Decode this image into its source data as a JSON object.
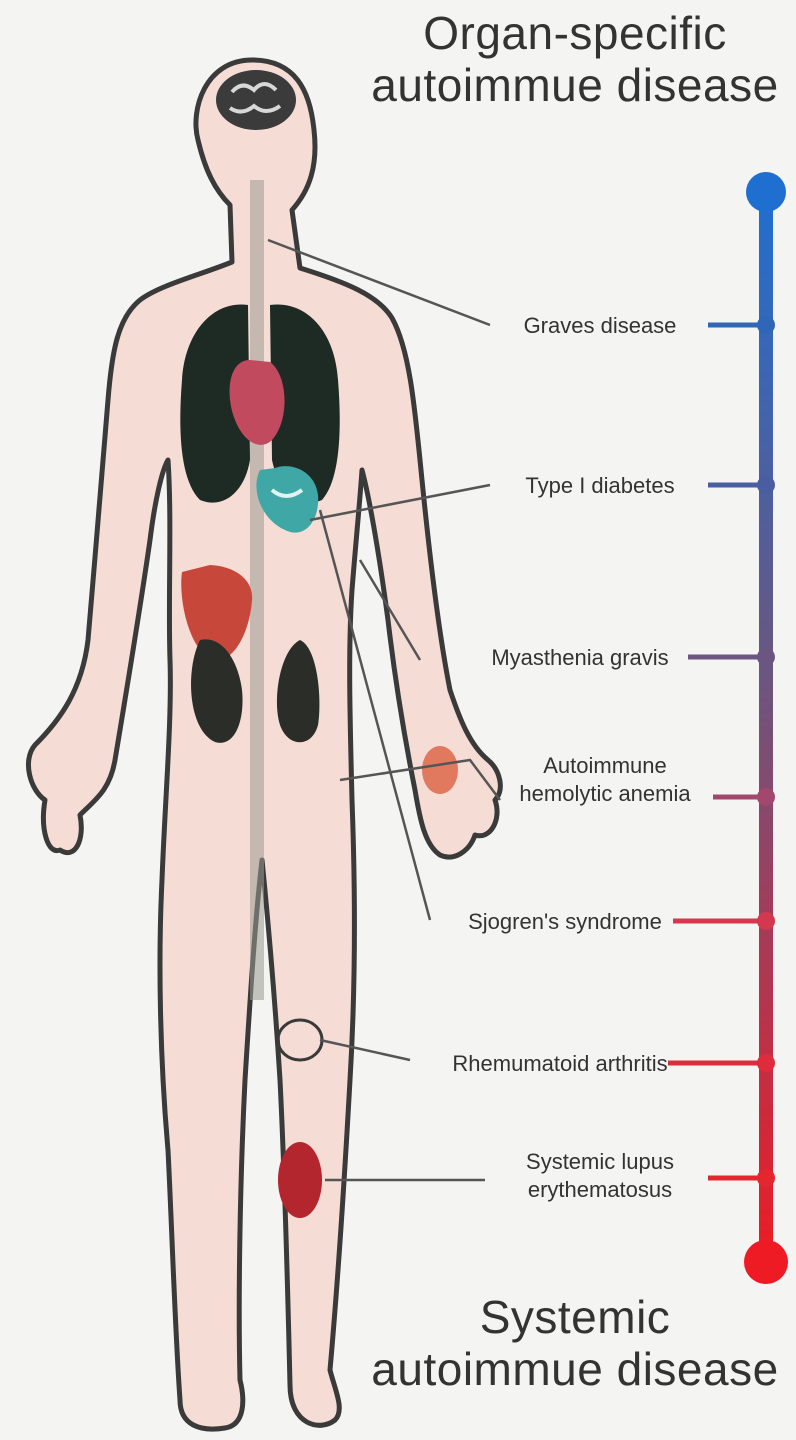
{
  "titles": {
    "top": [
      "Organ-specific",
      "autoimmue disease"
    ],
    "bottom": [
      "Systemic",
      "autoimmue disease"
    ]
  },
  "diseases": [
    {
      "label": [
        "Graves disease"
      ],
      "severity_color": "#2f66b5"
    },
    {
      "label": [
        "Type I diabetes"
      ],
      "severity_color": "#4a5da0"
    },
    {
      "label": [
        "Myasthenia gravis"
      ],
      "severity_color": "#6a5680"
    },
    {
      "label": [
        "Autoimmune",
        "hemolytic anemia"
      ],
      "severity_color": "#a2486e"
    },
    {
      "label": [
        "Sjogren's syndrome"
      ],
      "severity_color": "#d3384e"
    },
    {
      "label": [
        "Rhemumatoid arthritis"
      ],
      "severity_color": "#df2c3d"
    },
    {
      "label": [
        "Systemic lupus",
        "erythematosus"
      ],
      "severity_color": "#e4262f"
    }
  ],
  "colors": {
    "gradient_top": "#1f6fd0",
    "gradient_bottom": "#ee1b24",
    "skin": "#f5dcd5",
    "outline": "#3a3a3a",
    "lungs": "#1e2a24",
    "liver": "#c8473b",
    "kidney": "#2a2d28"
  }
}
